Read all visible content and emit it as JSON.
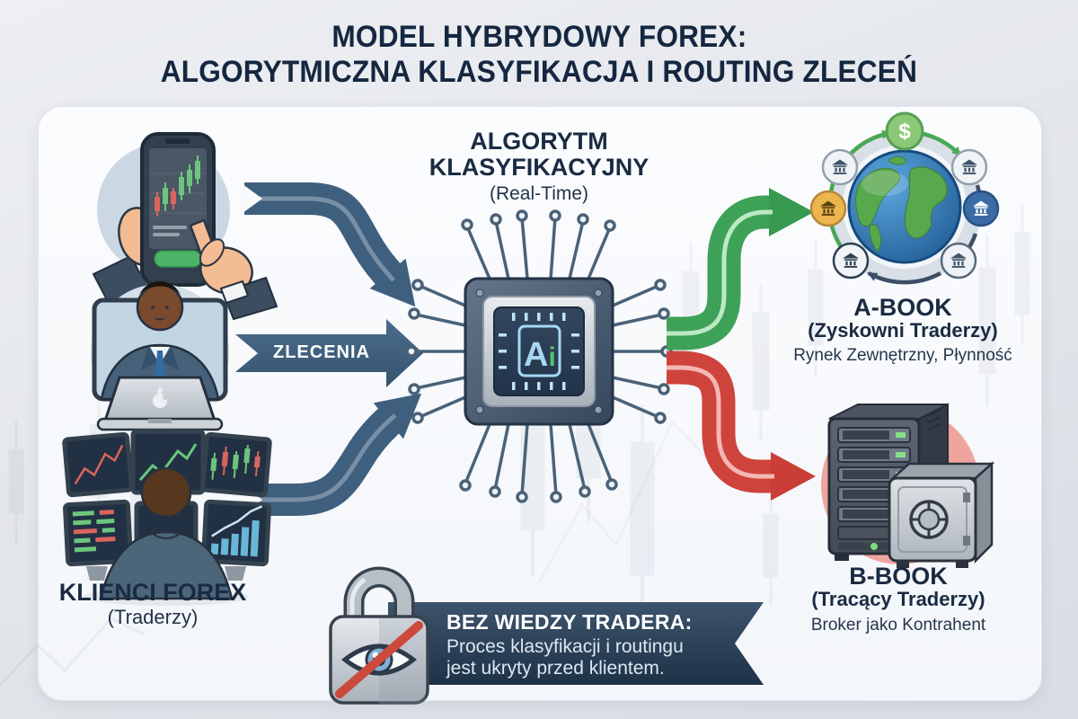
{
  "title": {
    "line1": "MODEL HYBRYDOWY FOREX:",
    "line2": "ALGORYTMICZNA KLASYFIKACJA I ROUTING ZLECEŃ"
  },
  "clients": {
    "heading": "KLIENCI FOREX",
    "subheading": "(Traderzy)"
  },
  "orders": {
    "label": "ZLECENIA"
  },
  "algorithm": {
    "heading_line1": "ALGORYTM",
    "heading_line2": "KLASYFIKACYJNY",
    "subheading": "(Real-Time)",
    "chip_a": "A",
    "chip_i": "i"
  },
  "abook": {
    "heading": "A-BOOK",
    "subheading": "(Zyskowni Traderzy)",
    "description": "Rynek Zewnętrzny, Płynność",
    "dollar_sign": "$"
  },
  "bbook": {
    "heading": "B-BOOK",
    "subheading": "(Tracący Traderzy)",
    "description": "Broker jako Kontrahent"
  },
  "disclosure": {
    "heading": "BEZ WIEDZY TRADERA:",
    "line1": "Proces klasyfikacji i routingu",
    "line2": "jest ukryty przed klientem."
  },
  "colors": {
    "navy_text": "#1a2b42",
    "steel_arrow": "#3f5f7e",
    "route_a_green": "#3fa257",
    "route_b_red": "#cf433d",
    "banner_navy": "#24384d",
    "card_bg": "#f8fafc"
  }
}
